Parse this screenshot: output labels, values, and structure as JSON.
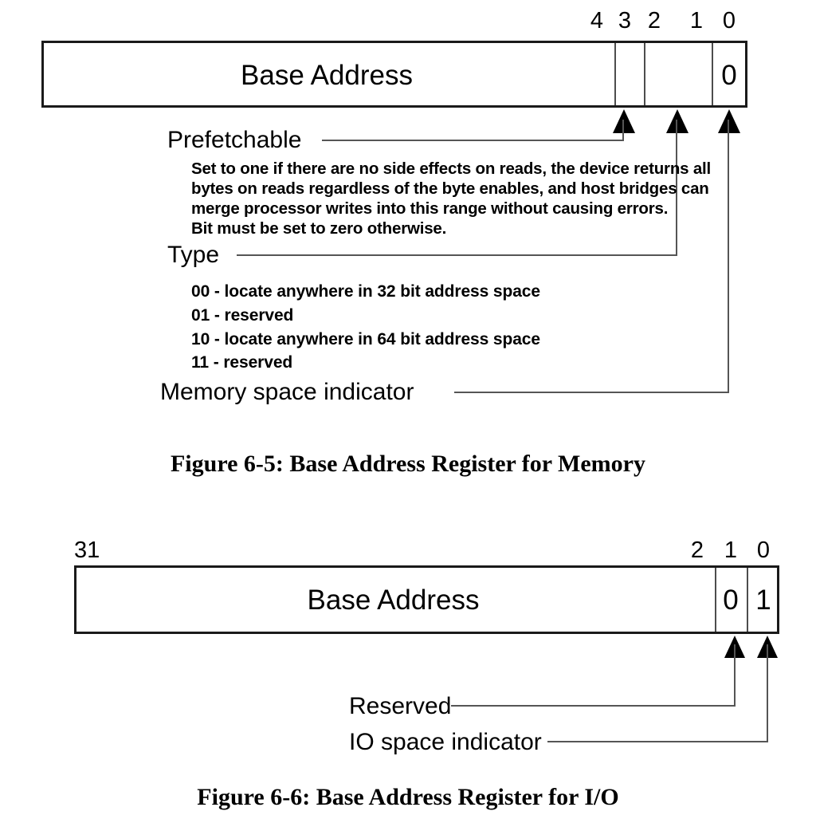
{
  "figure_memory": {
    "bit_numbers": [
      "4",
      "3",
      "2",
      "1",
      "0"
    ],
    "register_label": "Base Address",
    "bit0_value": "0",
    "caption": "Figure 6-5:  Base Address Register for Memory",
    "annotations": {
      "prefetchable": {
        "title": "Prefetchable",
        "lines": [
          "Set to one if there are no side effects on reads, the device returns all",
          "bytes on reads regardless of the byte enables, and host bridges can",
          "merge processor writes into this range without causing errors.",
          "Bit must be set to zero otherwise."
        ]
      },
      "type": {
        "title": "Type",
        "encodings": [
          "00 - locate anywhere in 32 bit address space",
          "01 - reserved",
          "10 - locate anywhere in 64 bit address space",
          "11 - reserved"
        ]
      },
      "memory_space_indicator": {
        "title": "Memory space indicator"
      }
    }
  },
  "figure_io": {
    "bit_left": "31",
    "bit_numbers_right": [
      "2",
      "1",
      "0"
    ],
    "register_label": "Base Address",
    "bit1_value": "0",
    "bit0_value": "1",
    "caption": "Figure 6-6:  Base Address Register for I/O",
    "annotations": {
      "reserved": {
        "title": "Reserved"
      },
      "io_space_indicator": {
        "title": "IO space indicator"
      }
    }
  },
  "colors": {
    "line": "#1a1a1a",
    "divider": "#4d4d4d",
    "leader": "#555555",
    "background": "#ffffff"
  }
}
